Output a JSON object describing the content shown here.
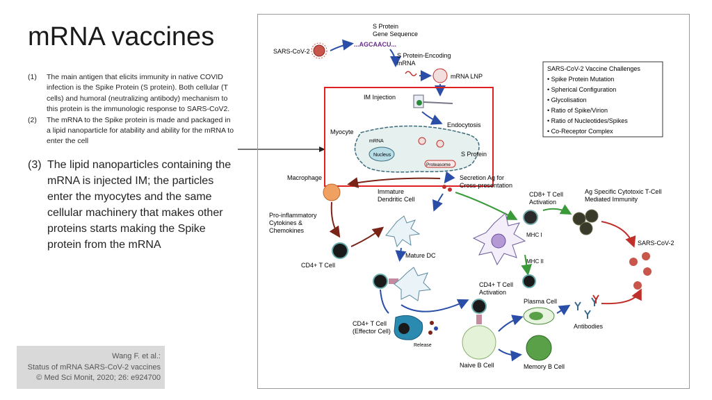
{
  "slide": {
    "title": "mRNA vaccines",
    "points": [
      {
        "num": "(1)",
        "text": "The main antigen that elicits immunity in native COVID infection is the Spike Protein (S protein). Both cellular (T cells) and humoral (neutralizing antibody) mechanism to this protein is the immunologic response to SARS-CoV2."
      },
      {
        "num": "(2)",
        "text": "The mRNA to the Spike protein is made and packaged in a lipid nanoparticle for atability and ability for the mRNA to enter the cell"
      },
      {
        "num": "(3)",
        "text": "The lipid nanoparticles containing the mRNA is injected IM; the particles enter the myocytes and the same cellular machinery that makes other proteins starts making the Spike protein from the mRNA"
      }
    ],
    "citation": [
      "Wang F. et al.:",
      "Status of mRNA SARS-CoV-2 vaccines",
      "© Med Sci Monit, 2020; 26: e924700"
    ]
  },
  "figure": {
    "labels": {
      "sars_cov2_top": "SARS-CoV-2",
      "s_protein_gene": "S Protein",
      "s_protein_gene2": "Gene Sequence",
      "sequence": "...AGCAACU...",
      "s_encoding": "S Protein-Encoding",
      "s_encoding2": "mRNA",
      "mrna_lnp": "mRNA LNP",
      "im_injection": "IM Injection",
      "endocytosis": "Endocytosis",
      "myocyte": "Myocyte",
      "mrna": "mRNA",
      "nucleus": "Nucleus",
      "proteasome": "Proteasome",
      "s_protein": "S Protein",
      "macrophage": "Macrophage",
      "secretion": "Secretion Ag for",
      "secretion2": "Cross-presentation",
      "immature_dc": "Immature",
      "immature_dc2": "Dendritic Cell",
      "cd8": "CD8+ T Cell",
      "cd8b": "Activation",
      "ag_specific": "Ag Specific Cytotoxic T-Cell",
      "ag_specific2": "Mediated Immunity",
      "pro_inflam": "Pro-inflammatory",
      "pro_inflam2": "Cytokines &",
      "pro_inflam3": "Chemokines",
      "mhc1": "MHC I",
      "mhc2": "MHC II",
      "sars_cov2_right": "SARS-CoV-2",
      "cd4_t": "CD4+ T Cell",
      "mature_dc": "Mature DC",
      "cd4_act": "CD4+ T Cell",
      "cd4_act2": "Activation",
      "plasma": "Plasma Cell",
      "antibodies": "Antibodies",
      "cd4_eff": "CD4+ T Cell",
      "cd4_eff2": "(Effector Cell)",
      "release": "Release",
      "naive_b": "Naive B Cell",
      "memory_b": "Memory B Cell"
    },
    "challenges": {
      "title": "SARS-CoV-2 Vaccine Challenges",
      "items": [
        "• Spike Protein Mutation",
        "• Spherical Configuration",
        "• Glycolisation",
        "• Ratio of Spike/Virion",
        "• Ratio of Nucleotides/Spikes",
        "• Co-Receptor Complex"
      ]
    }
  },
  "colors": {
    "highlight_box": "#e02020",
    "arrow_blue": "#2a4ea8",
    "arrow_green": "#3a9a3a",
    "arrow_red": "#c0302a",
    "arrow_brown": "#7a2418"
  }
}
